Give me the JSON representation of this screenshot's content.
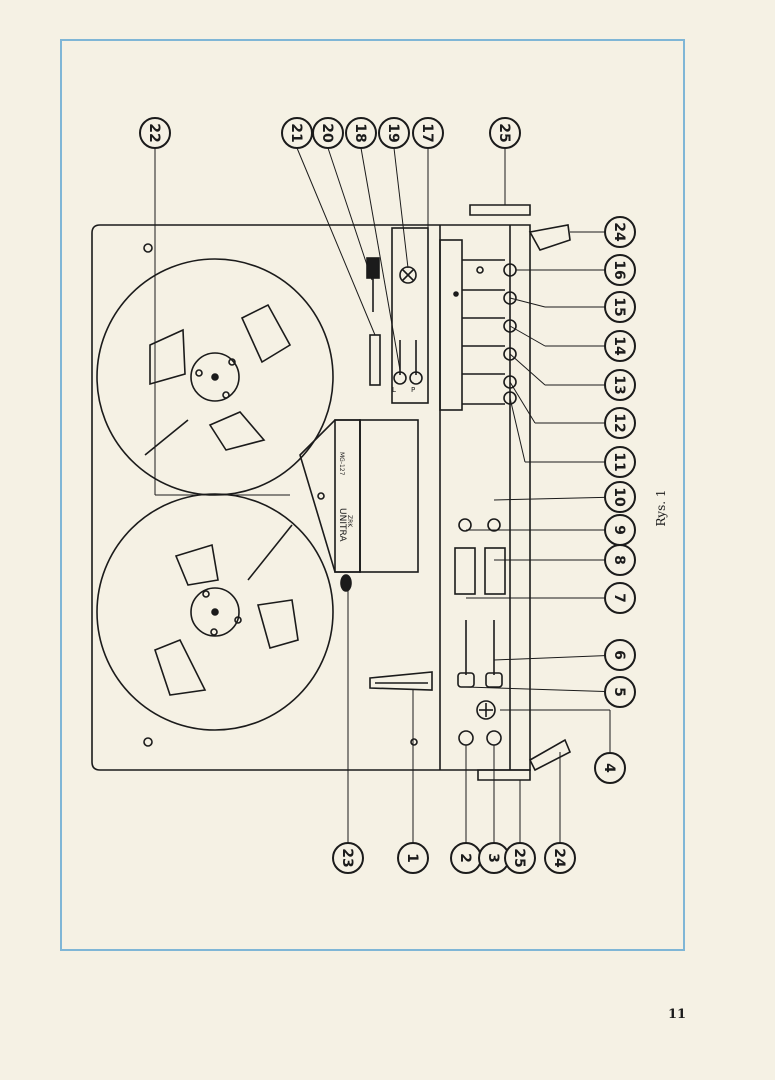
{
  "caption": "Rys. 1",
  "page_number": "11",
  "brand": "UNITRA",
  "brand_sub": "ZRK",
  "panel_label": "MG-127",
  "channel_labels": [
    "L",
    "P"
  ],
  "callouts": [
    {
      "n": "1"
    },
    {
      "n": "2"
    },
    {
      "n": "3"
    },
    {
      "n": "4"
    },
    {
      "n": "5"
    },
    {
      "n": "6"
    },
    {
      "n": "7"
    },
    {
      "n": "8"
    },
    {
      "n": "9"
    },
    {
      "n": "10"
    },
    {
      "n": "11"
    },
    {
      "n": "12"
    },
    {
      "n": "13"
    },
    {
      "n": "14"
    },
    {
      "n": "15"
    },
    {
      "n": "16"
    },
    {
      "n": "17"
    },
    {
      "n": "18"
    },
    {
      "n": "19"
    },
    {
      "n": "20"
    },
    {
      "n": "21"
    },
    {
      "n": "22"
    },
    {
      "n": "23"
    },
    {
      "n": "24"
    },
    {
      "n": "25"
    },
    {
      "n": "24"
    },
    {
      "n": "25"
    }
  ],
  "colors": {
    "paper": "#f5f1e4",
    "frame": "#7fb6d6",
    "ink": "#1b1b1b"
  }
}
